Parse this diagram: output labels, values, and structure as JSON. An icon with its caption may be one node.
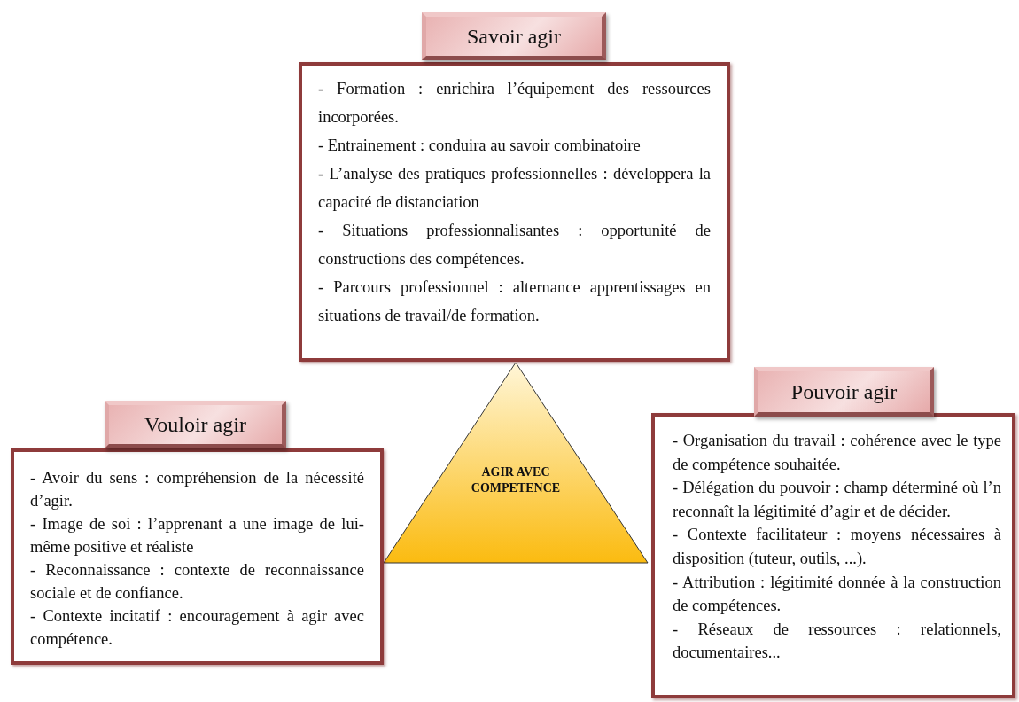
{
  "diagram": {
    "nodes": [
      {
        "text": [
          "Savoir agir"
        ]
      },
      {
        "text": [
          "- Formation : enrichira l’équipement des ressources incorporées.",
          "- Entrainement : conduira au savoir combinatoire",
          "- L’analyse des pratiques professionnelles : développera la capacité de distanciation",
          "- Situations professionnalisantes : opportunité de constructions des compétences.",
          "- Parcours professionnel : alternance apprentissages en situations de travail/de formation."
        ]
      },
      {
        "text": [
          "AGIR AVEC COMPETENCE"
        ]
      },
      {
        "text": [
          "Vouloir agir"
        ]
      },
      {
        "text": [
          "- Avoir du sens : compréhension de la nécessité d’agir.",
          "- Image de soi : l’apprenant a une image de lui-même positive et réaliste",
          "- Reconnaissance : contexte de reconnaissance sociale et de confiance.",
          "- Contexte incitatif : encouragement à agir avec compétence."
        ]
      },
      {
        "text": [
          "Pouvoir agir"
        ]
      },
      {
        "text": [
          "- Organisation du travail : cohérence avec le type de compétence souhaitée.",
          "- Délégation du pouvoir : champ déterminé où l’n reconnaît la légitimité d’agir et de décider.",
          "- Contexte facilitateur : moyens nécessaires à disposition (tuteur, outils, ...).",
          "- Attribution : légitimité donnée à la construction de compétences.",
          "- Réseaux de ressources : relationnels, documentaires..."
        ]
      }
    ]
  }
}
